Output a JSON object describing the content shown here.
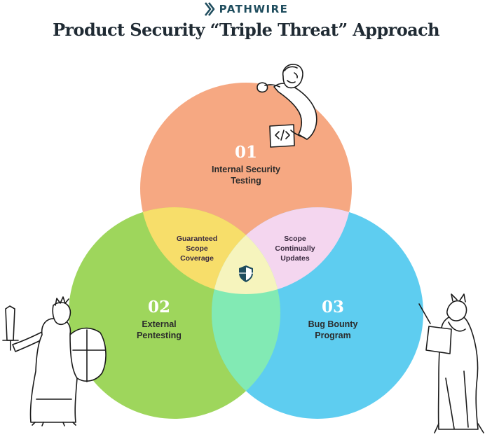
{
  "brand": {
    "name": "PATHWIRE",
    "icon": "pathwire-logo-icon"
  },
  "title": "Product Security “Triple Threat” Approach",
  "circles": [
    {
      "number": "01",
      "label_lines": [
        "Internal Security",
        "Testing"
      ],
      "color": "#f6a882"
    },
    {
      "number": "02",
      "label_lines": [
        "External",
        "Pentesting"
      ],
      "color": "#9ed65c"
    },
    {
      "number": "03",
      "label_lines": [
        "Bug Bounty",
        "Program"
      ],
      "color": "#5ecdf0"
    }
  ],
  "overlaps": {
    "internal_external": {
      "label_lines": [
        "Guaranteed",
        "Scope",
        "Coverage"
      ],
      "color": "#f7de6a"
    },
    "internal_bounty": {
      "label_lines": [
        "Scope",
        "Continually",
        "Updates"
      ],
      "color": "#f4d6ef"
    },
    "external_bounty": {
      "color": "#82eab4"
    },
    "center": {
      "color": "#f6f4bd",
      "icon": "shield-icon"
    }
  },
  "illustrations": [
    "thinker-figure",
    "warrior-figure",
    "scholar-figure"
  ]
}
